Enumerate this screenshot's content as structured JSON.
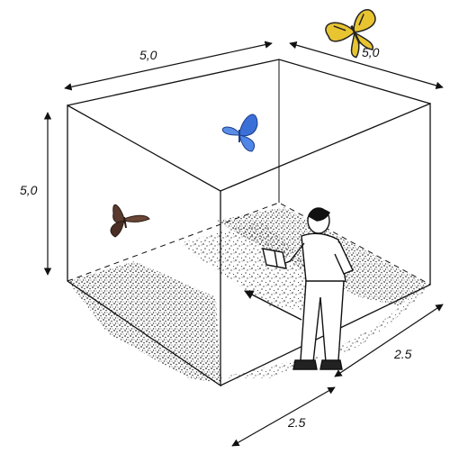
{
  "dimensions": {
    "top_width": "5,0",
    "top_depth": "5,0",
    "height": "5,0",
    "bottom_right": "2.5",
    "bottom_front": "2.5"
  },
  "butterflies": [
    {
      "name": "swallowtail",
      "color": "#e8c431"
    },
    {
      "name": "blue",
      "color": "#3b6fd8"
    },
    {
      "name": "brown",
      "color": "#5a3a2e"
    }
  ],
  "colors": {
    "line": "#111111",
    "ground": "#1a1a1a"
  }
}
